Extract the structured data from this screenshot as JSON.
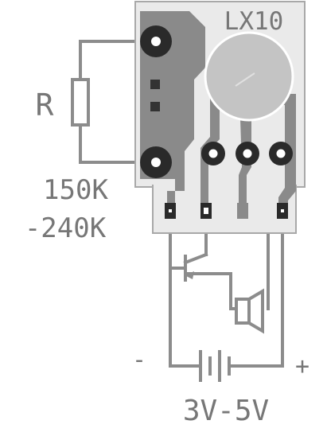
{
  "chip": {
    "label": "LX10"
  },
  "resistor": {
    "label": "R",
    "range_min": "150K",
    "range_max": "-240K"
  },
  "pads": [
    "0",
    "0",
    "0",
    "0",
    "0"
  ],
  "supply": {
    "minus": "-",
    "plus": "+",
    "voltage": "3V-5V"
  },
  "colors": {
    "board": "#eaeaea",
    "copper": "#8a8a8a",
    "pad": "#2a2a2a",
    "wire": "#8c8c8c",
    "chip": "#c4c4c4"
  }
}
